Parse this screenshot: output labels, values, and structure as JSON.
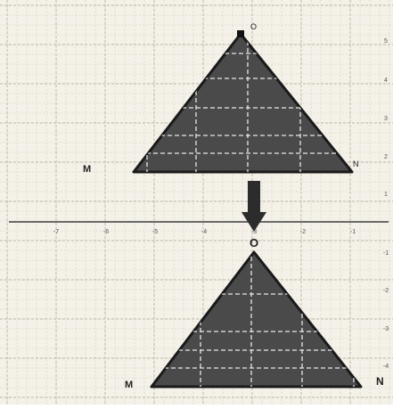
{
  "diagram": {
    "colors": {
      "paper": "#f4f1e9",
      "grid_minor": "#d6cfc0",
      "grid_major": "#bdb6a8",
      "axis": "#6a6a6a",
      "triangle_fill": "#4a4a4a",
      "triangle_stroke": "#1a1a1a",
      "inner_grid": "#e8e8e8",
      "arrow": "#2c2c2c",
      "label": "#222222"
    },
    "x_axis": {
      "tick_labels": [
        "-7",
        "-6",
        "-5",
        "-4",
        "-3",
        "-2",
        "-1"
      ]
    },
    "y_axis": {
      "tick_labels": [
        "5",
        "4",
        "3",
        "2",
        "1",
        "-1",
        "-2",
        "-3",
        "-4"
      ]
    },
    "top_triangle": {
      "apex_label": "O",
      "left_label": "M",
      "right_label": "N",
      "arrow_icon": "down-arrow-icon"
    },
    "bottom_triangle": {
      "apex_label": "O",
      "left_label": "M",
      "right_label": "N"
    }
  }
}
